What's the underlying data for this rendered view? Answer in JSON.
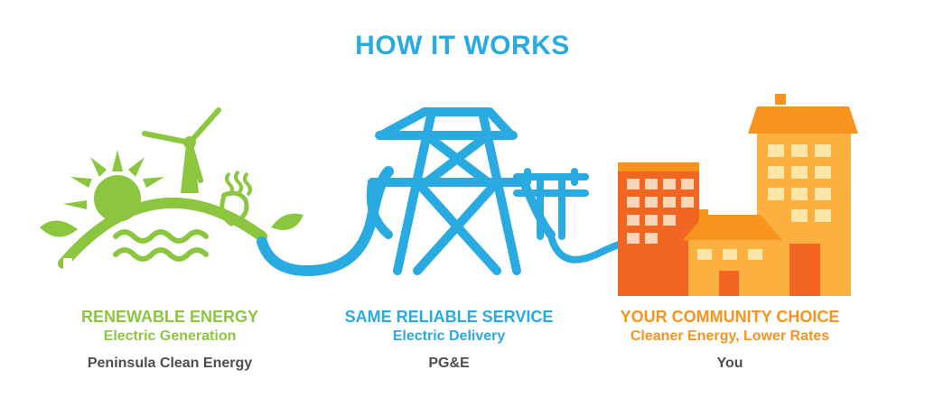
{
  "title": "HOW IT WORKS",
  "colors": {
    "title": "#29abe2",
    "green": "#8cc63f",
    "blue": "#29abe2",
    "orange": "#f7941d",
    "orange_dark": "#f26522",
    "yellow": "#fbb040",
    "provider_text": "#4d4d4d"
  },
  "columns": [
    {
      "heading": "RENEWABLE ENERGY",
      "subheading": "Electric Generation",
      "provider": "Peninsula Clean Energy",
      "color_key": "green"
    },
    {
      "heading": "SAME RELIABLE SERVICE",
      "subheading": "Electric Delivery",
      "provider": "PG&E",
      "color_key": "blue"
    },
    {
      "heading": "YOUR COMMUNITY CHOICE",
      "subheading": "Cleaner Energy, Lower Rates",
      "provider": "You",
      "color_key": "orange"
    }
  ],
  "icons": [
    "sun-icon",
    "wind-turbine-icon",
    "water-waves-icon",
    "leaf-icon",
    "plug-icon",
    "transmission-tower-icon",
    "utility-pole-icon",
    "apartment-building-icon",
    "house-icon",
    "office-tower-icon"
  ]
}
